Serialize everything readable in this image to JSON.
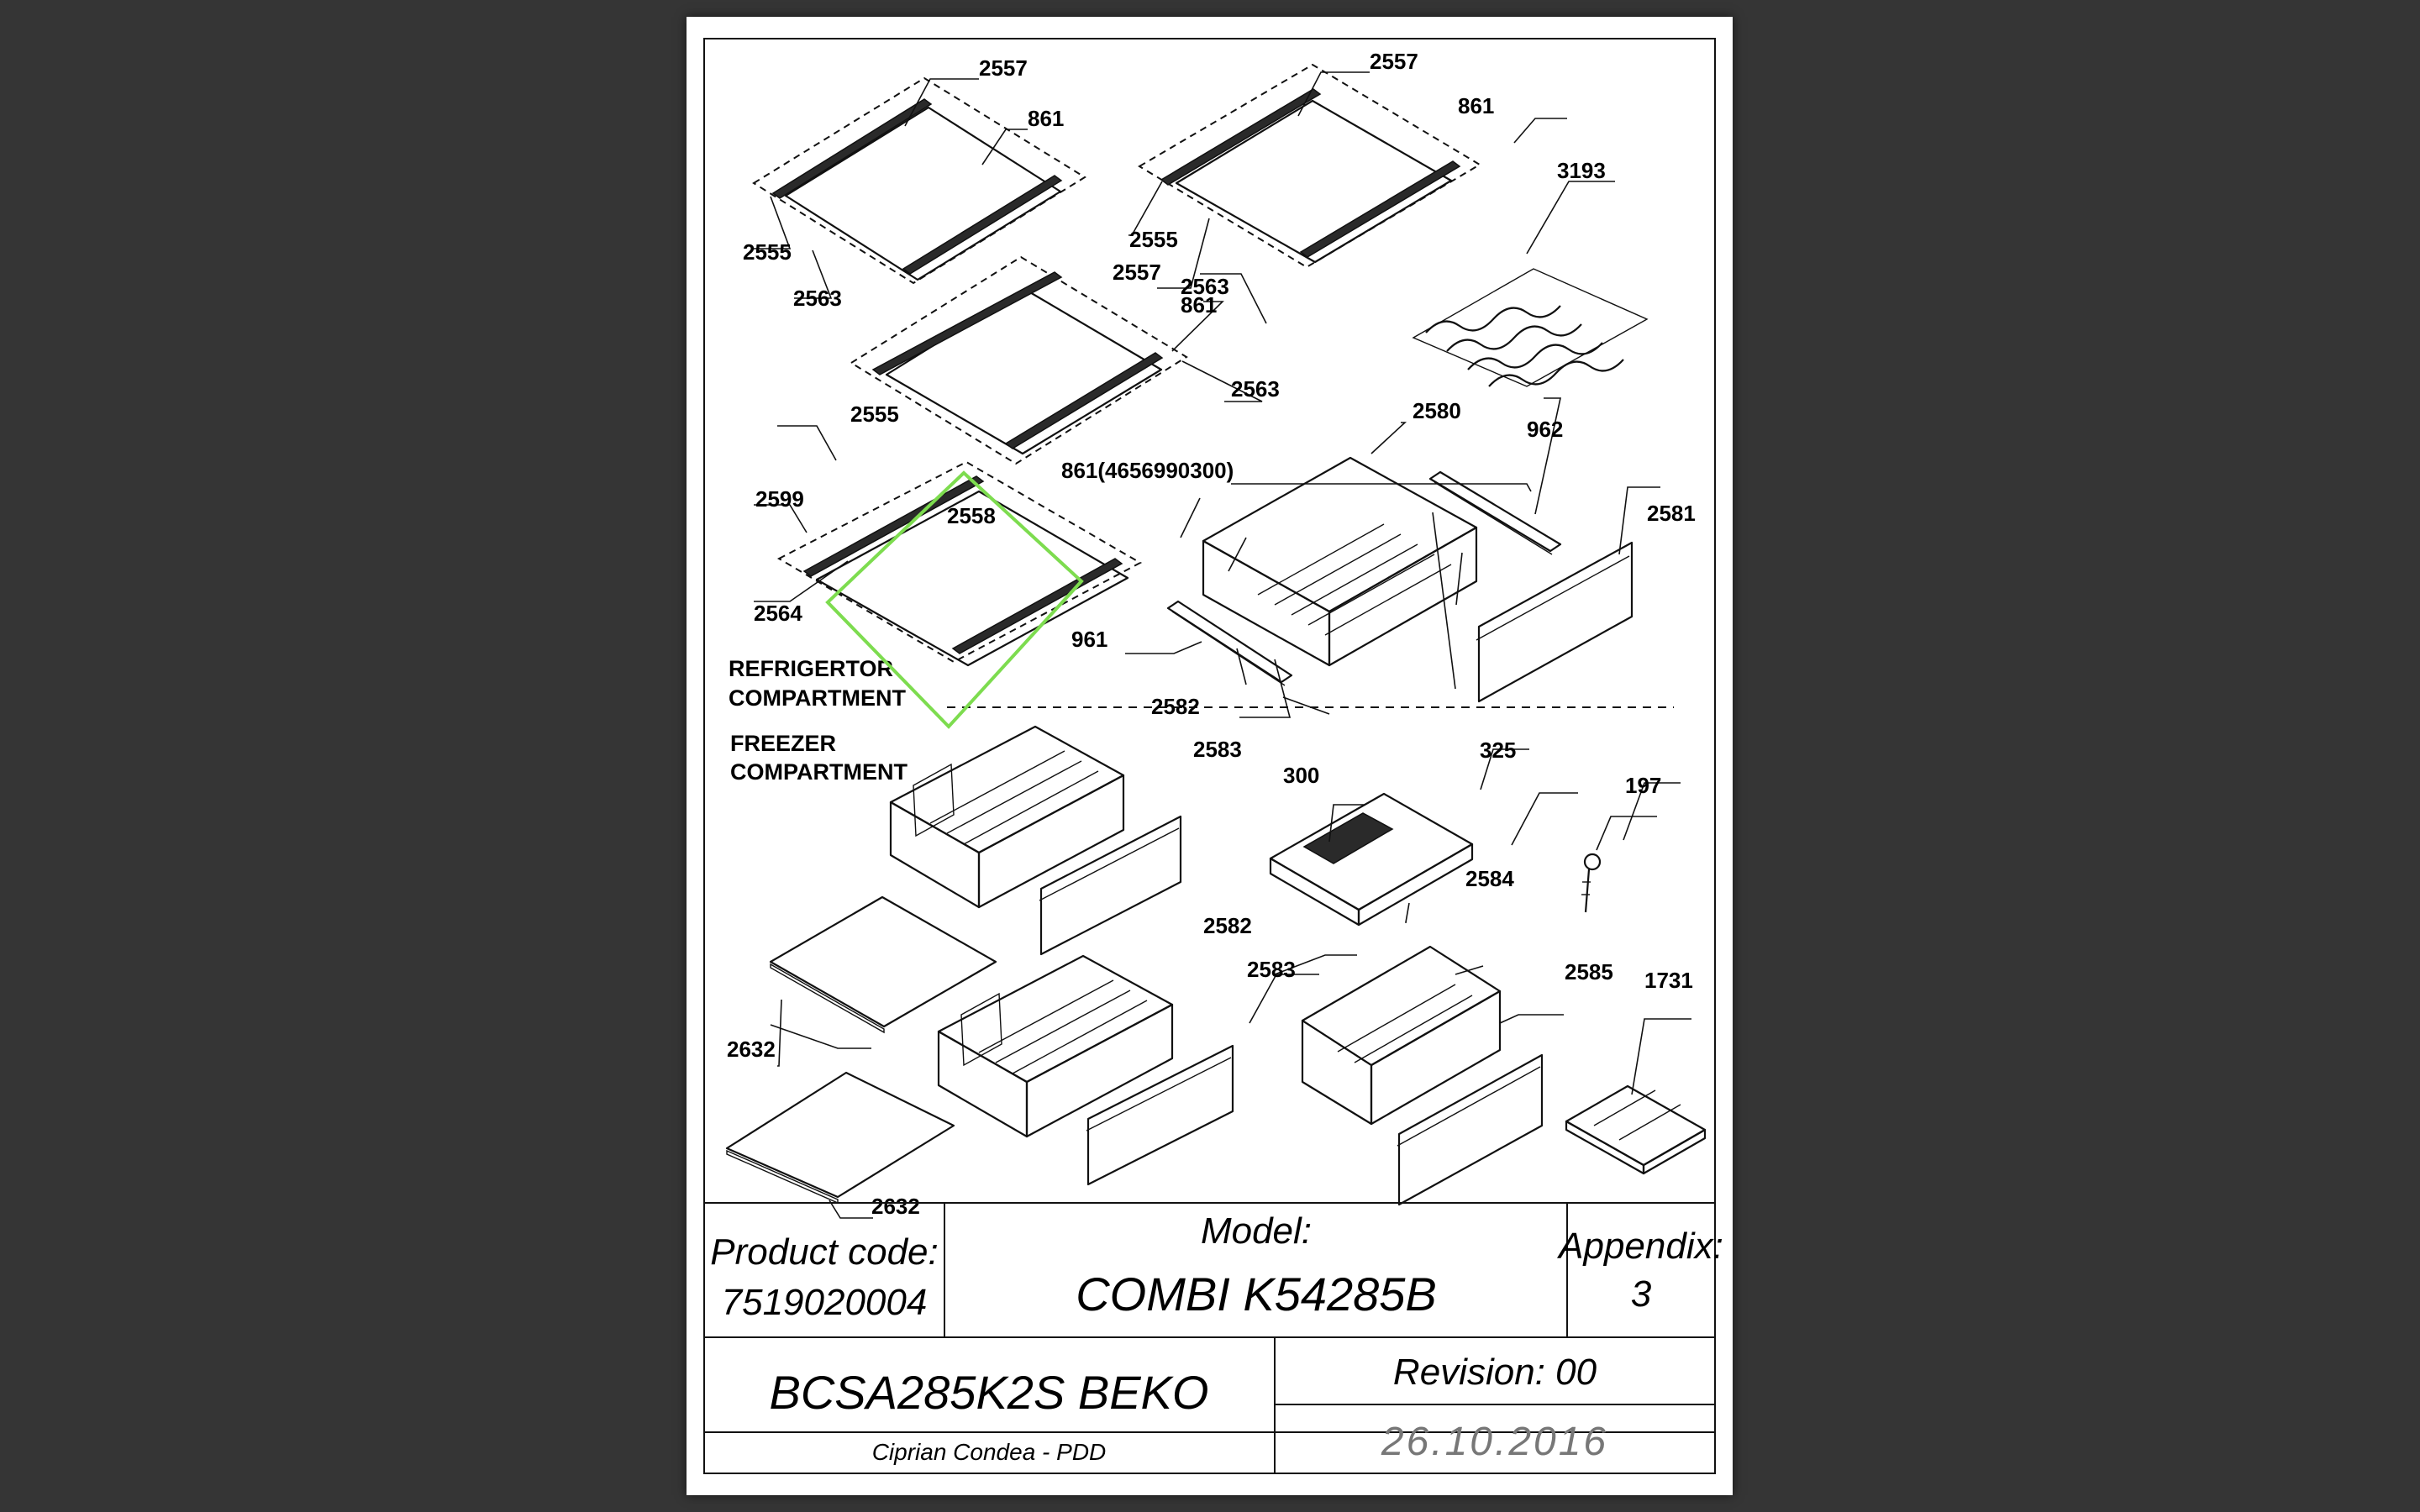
{
  "part_labels": {
    "p2557a": "2557",
    "p861a": "861",
    "p2555a": "2555",
    "p2563a": "2563",
    "p2557b": "2557",
    "p861b": "861",
    "p2555b": "2555",
    "p2563b": "2563",
    "p3193": "3193",
    "p2557c": "2557",
    "p861c": "861",
    "p2555c": "2555",
    "p2563c": "2563",
    "p2580": "2580",
    "p962": "962",
    "p861long": "861(4656990300)",
    "p2599": "2599",
    "p2558": "2558",
    "p2581": "2581",
    "p2564": "2564",
    "p961": "961",
    "p2582a": "2582",
    "p2583a": "2583",
    "p300": "300",
    "p325": "325",
    "p197": "197",
    "p2584": "2584",
    "p2582b": "2582",
    "p2583b": "2583",
    "p2585": "2585",
    "p1731": "1731",
    "p2632a": "2632",
    "p2632b": "2632"
  },
  "compartments": {
    "refrigerator_line1": "REFRIGERTOR",
    "refrigerator_line2": "COMPARTMENT",
    "freezer_line1": "FREEZER",
    "freezer_line2": "COMPARTMENT"
  },
  "title_block": {
    "product_code_label": "Product code:",
    "product_code": "7519020004",
    "model_label": "Model:",
    "model": "COMBI K54285B",
    "appendix_label": "Appendix:",
    "appendix": "3",
    "product_name": "BCSA285K2S BEKO",
    "revision": "Revision: 00",
    "author": "Ciprian Condea - PDD",
    "date": "26.10.2016"
  },
  "highlight_color": "#7ddc4f"
}
